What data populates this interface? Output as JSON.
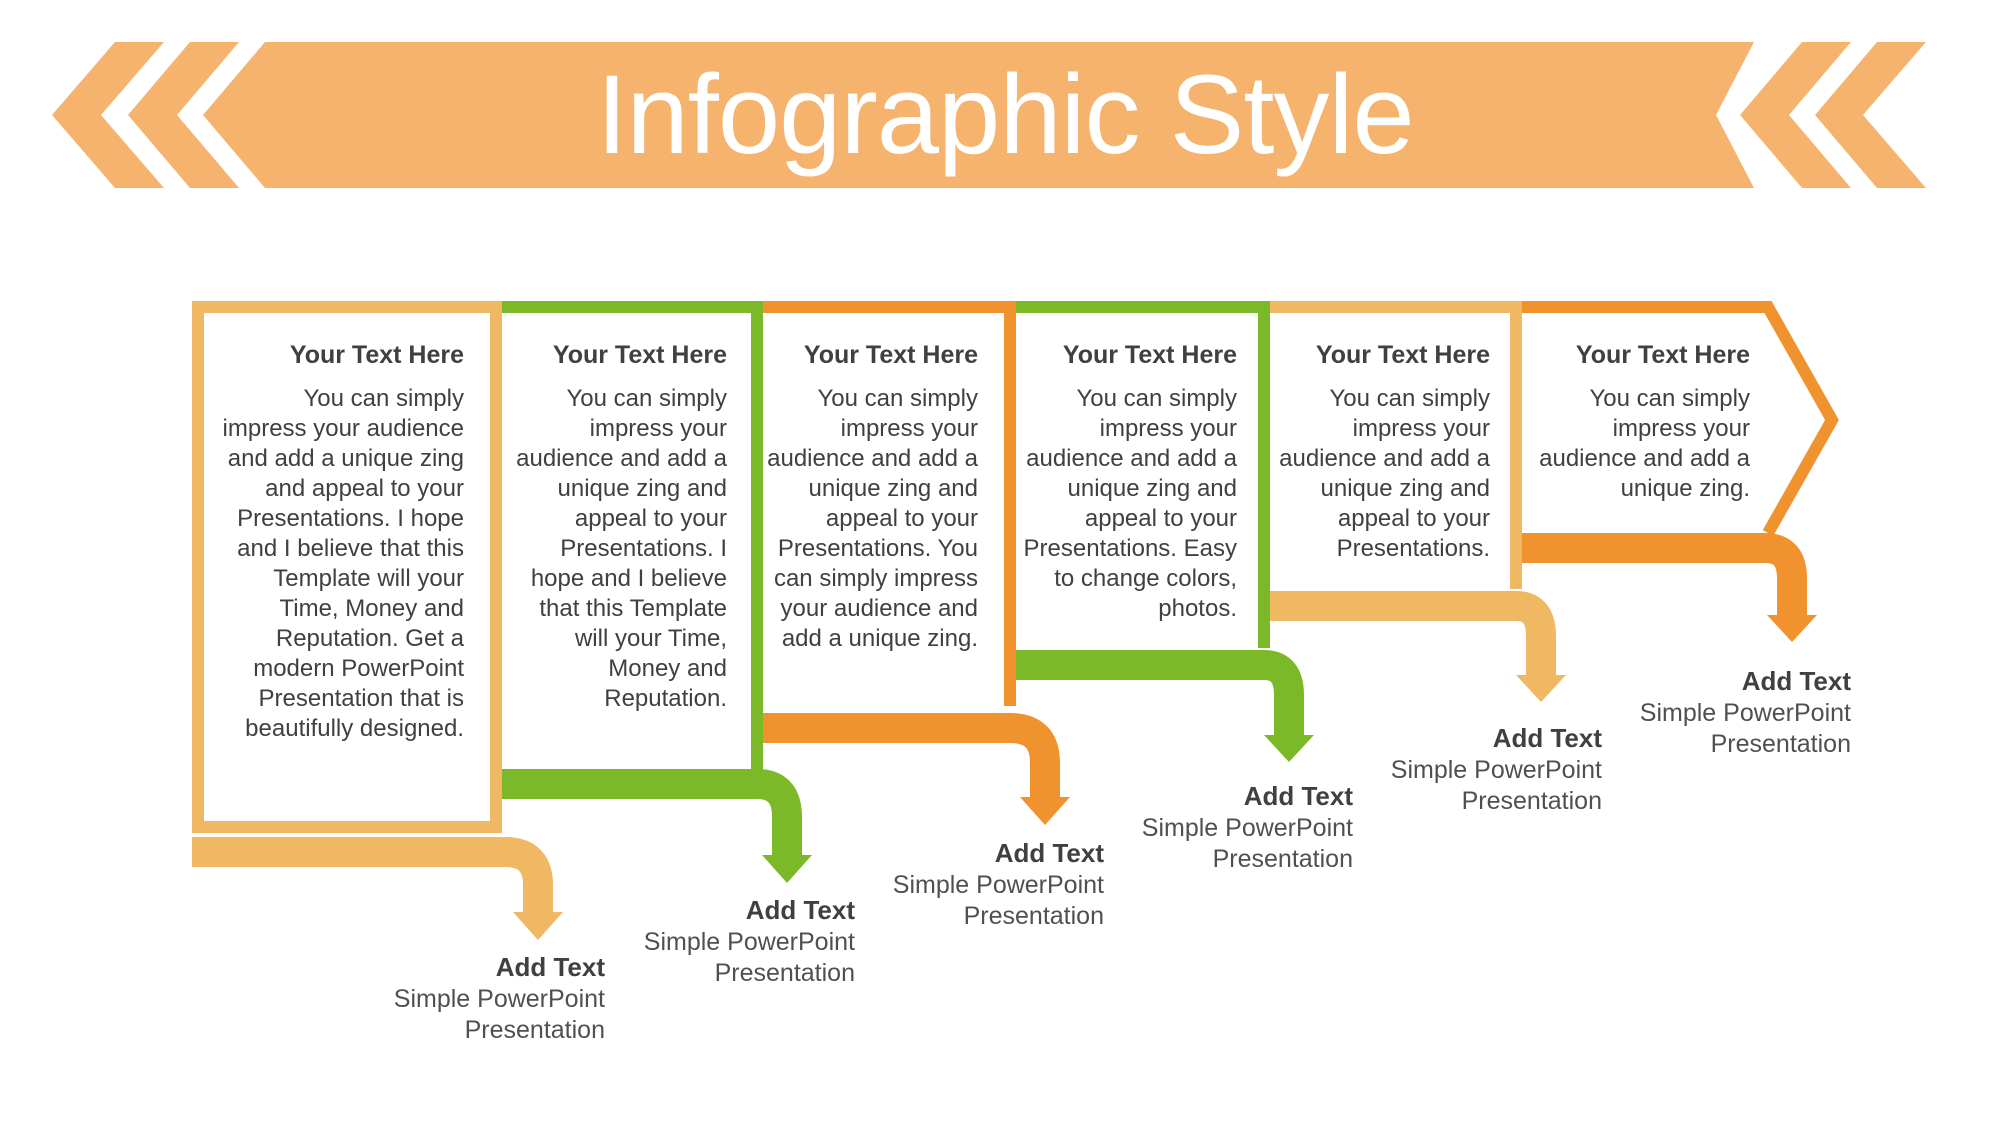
{
  "title": "Infographic Style",
  "colors": {
    "banner": "#F5B36E",
    "peach": "#F0B862",
    "green": "#7CB928",
    "orange": "#F0922E",
    "text": "#404040"
  },
  "steps": [
    {
      "heading": "Your Text  Here",
      "body": "You can simply impress your audience and add a unique zing and appeal to your Presentations. I hope and I believe that this Template will your Time, Money and Reputation. Get a modern PowerPoint Presentation that is beautifully designed.",
      "label_title": "Add Text",
      "label_subtitle": "Simple PowerPoint Presentation"
    },
    {
      "heading": "Your Text  Here",
      "body": "You can simply impress your audience and add a unique zing and appeal to your Presentations. I hope and I believe that this Template will your Time, Money and Reputation.",
      "label_title": "Add Text",
      "label_subtitle": "Simple PowerPoint Presentation"
    },
    {
      "heading": "Your Text  Here",
      "body": "You can simply impress your audience and add a unique zing and appeal to your Presentations. You can simply impress your audience and add a unique zing.",
      "label_title": "Add Text",
      "label_subtitle": "Simple PowerPoint Presentation"
    },
    {
      "heading": "Your Text  Here",
      "body": "You can simply impress your audience and add a unique zing and appeal to your Presentations. Easy to change colors, photos.",
      "label_title": "Add Text",
      "label_subtitle": "Simple PowerPoint Presentation"
    },
    {
      "heading": "Your Text  Here",
      "body": "You can simply impress your audience and add a unique zing and appeal to your Presentations.",
      "label_title": "Add Text",
      "label_subtitle": "Simple PowerPoint Presentation"
    },
    {
      "heading": "Your Text  Here",
      "body": "You can simply impress your audience and add a unique zing.",
      "label_title": "Add Text",
      "label_subtitle": "Simple PowerPoint Presentation"
    }
  ]
}
